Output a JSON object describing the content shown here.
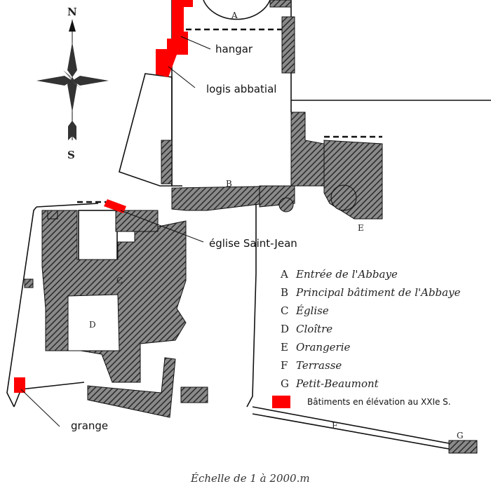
{
  "compass": {
    "north": "N",
    "south": "S"
  },
  "plan_letters": {
    "a": "A",
    "b": "B",
    "c": "C",
    "d": "D",
    "e": "E",
    "f": "F",
    "g": "G"
  },
  "callouts": {
    "hangar": "hangar",
    "logis": "logis abbatial",
    "eglise": "église Saint-Jean",
    "grange": "grange"
  },
  "legend": {
    "items": [
      {
        "key": "A",
        "value": "Entrée de l'Abbaye"
      },
      {
        "key": "B",
        "value": "Principal bâtiment de l'Abbaye"
      },
      {
        "key": "C",
        "value": "Église"
      },
      {
        "key": "D",
        "value": "Cloître"
      },
      {
        "key": "E",
        "value": "Orangerie"
      },
      {
        "key": "F",
        "value": "Terrasse"
      },
      {
        "key": "G",
        "value": "Petit-Beaumont"
      }
    ],
    "red_label": "Bâtiments en élévation au XXIe S."
  },
  "scale": "Échelle de 1 à 2000.m",
  "colors": {
    "highlight": "#ff0000",
    "hatch": "#444444",
    "line": "#111111"
  }
}
